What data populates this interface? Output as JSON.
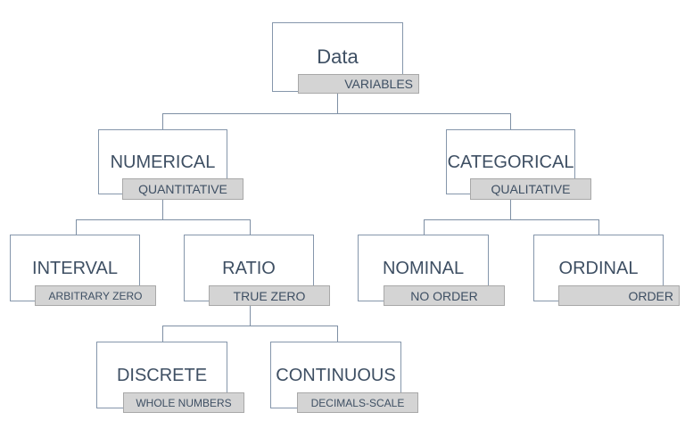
{
  "diagram": {
    "title": "Data variable types classification tree",
    "colors": {
      "box_border": "#8596ab",
      "box_fill": "#ffffff",
      "tag_fill": "#d4d4d4",
      "tag_border": "#a8a8a8",
      "text": "#3e4f63",
      "connector": "#7e8fa4",
      "background": "#ffffff"
    },
    "nodes": {
      "root": {
        "title": "Data",
        "tag": "VARIABLES"
      },
      "numerical": {
        "title": "NUMERICAL",
        "tag": "QUANTITATIVE"
      },
      "categorical": {
        "title": "CATEGORICAL",
        "tag": "QUALITATIVE"
      },
      "interval": {
        "title": "INTERVAL",
        "tag": "ARBITRARY ZERO"
      },
      "ratio": {
        "title": "RATIO",
        "tag": "TRUE ZERO"
      },
      "nominal": {
        "title": "NOMINAL",
        "tag": "NO ORDER"
      },
      "ordinal": {
        "title": "ORDINAL",
        "tag": "ORDER"
      },
      "discrete": {
        "title": "DISCRETE",
        "tag": "WHOLE NUMBERS"
      },
      "continuous": {
        "title": "CONTINUOUS",
        "tag": "DECIMALS-SCALE"
      }
    }
  }
}
